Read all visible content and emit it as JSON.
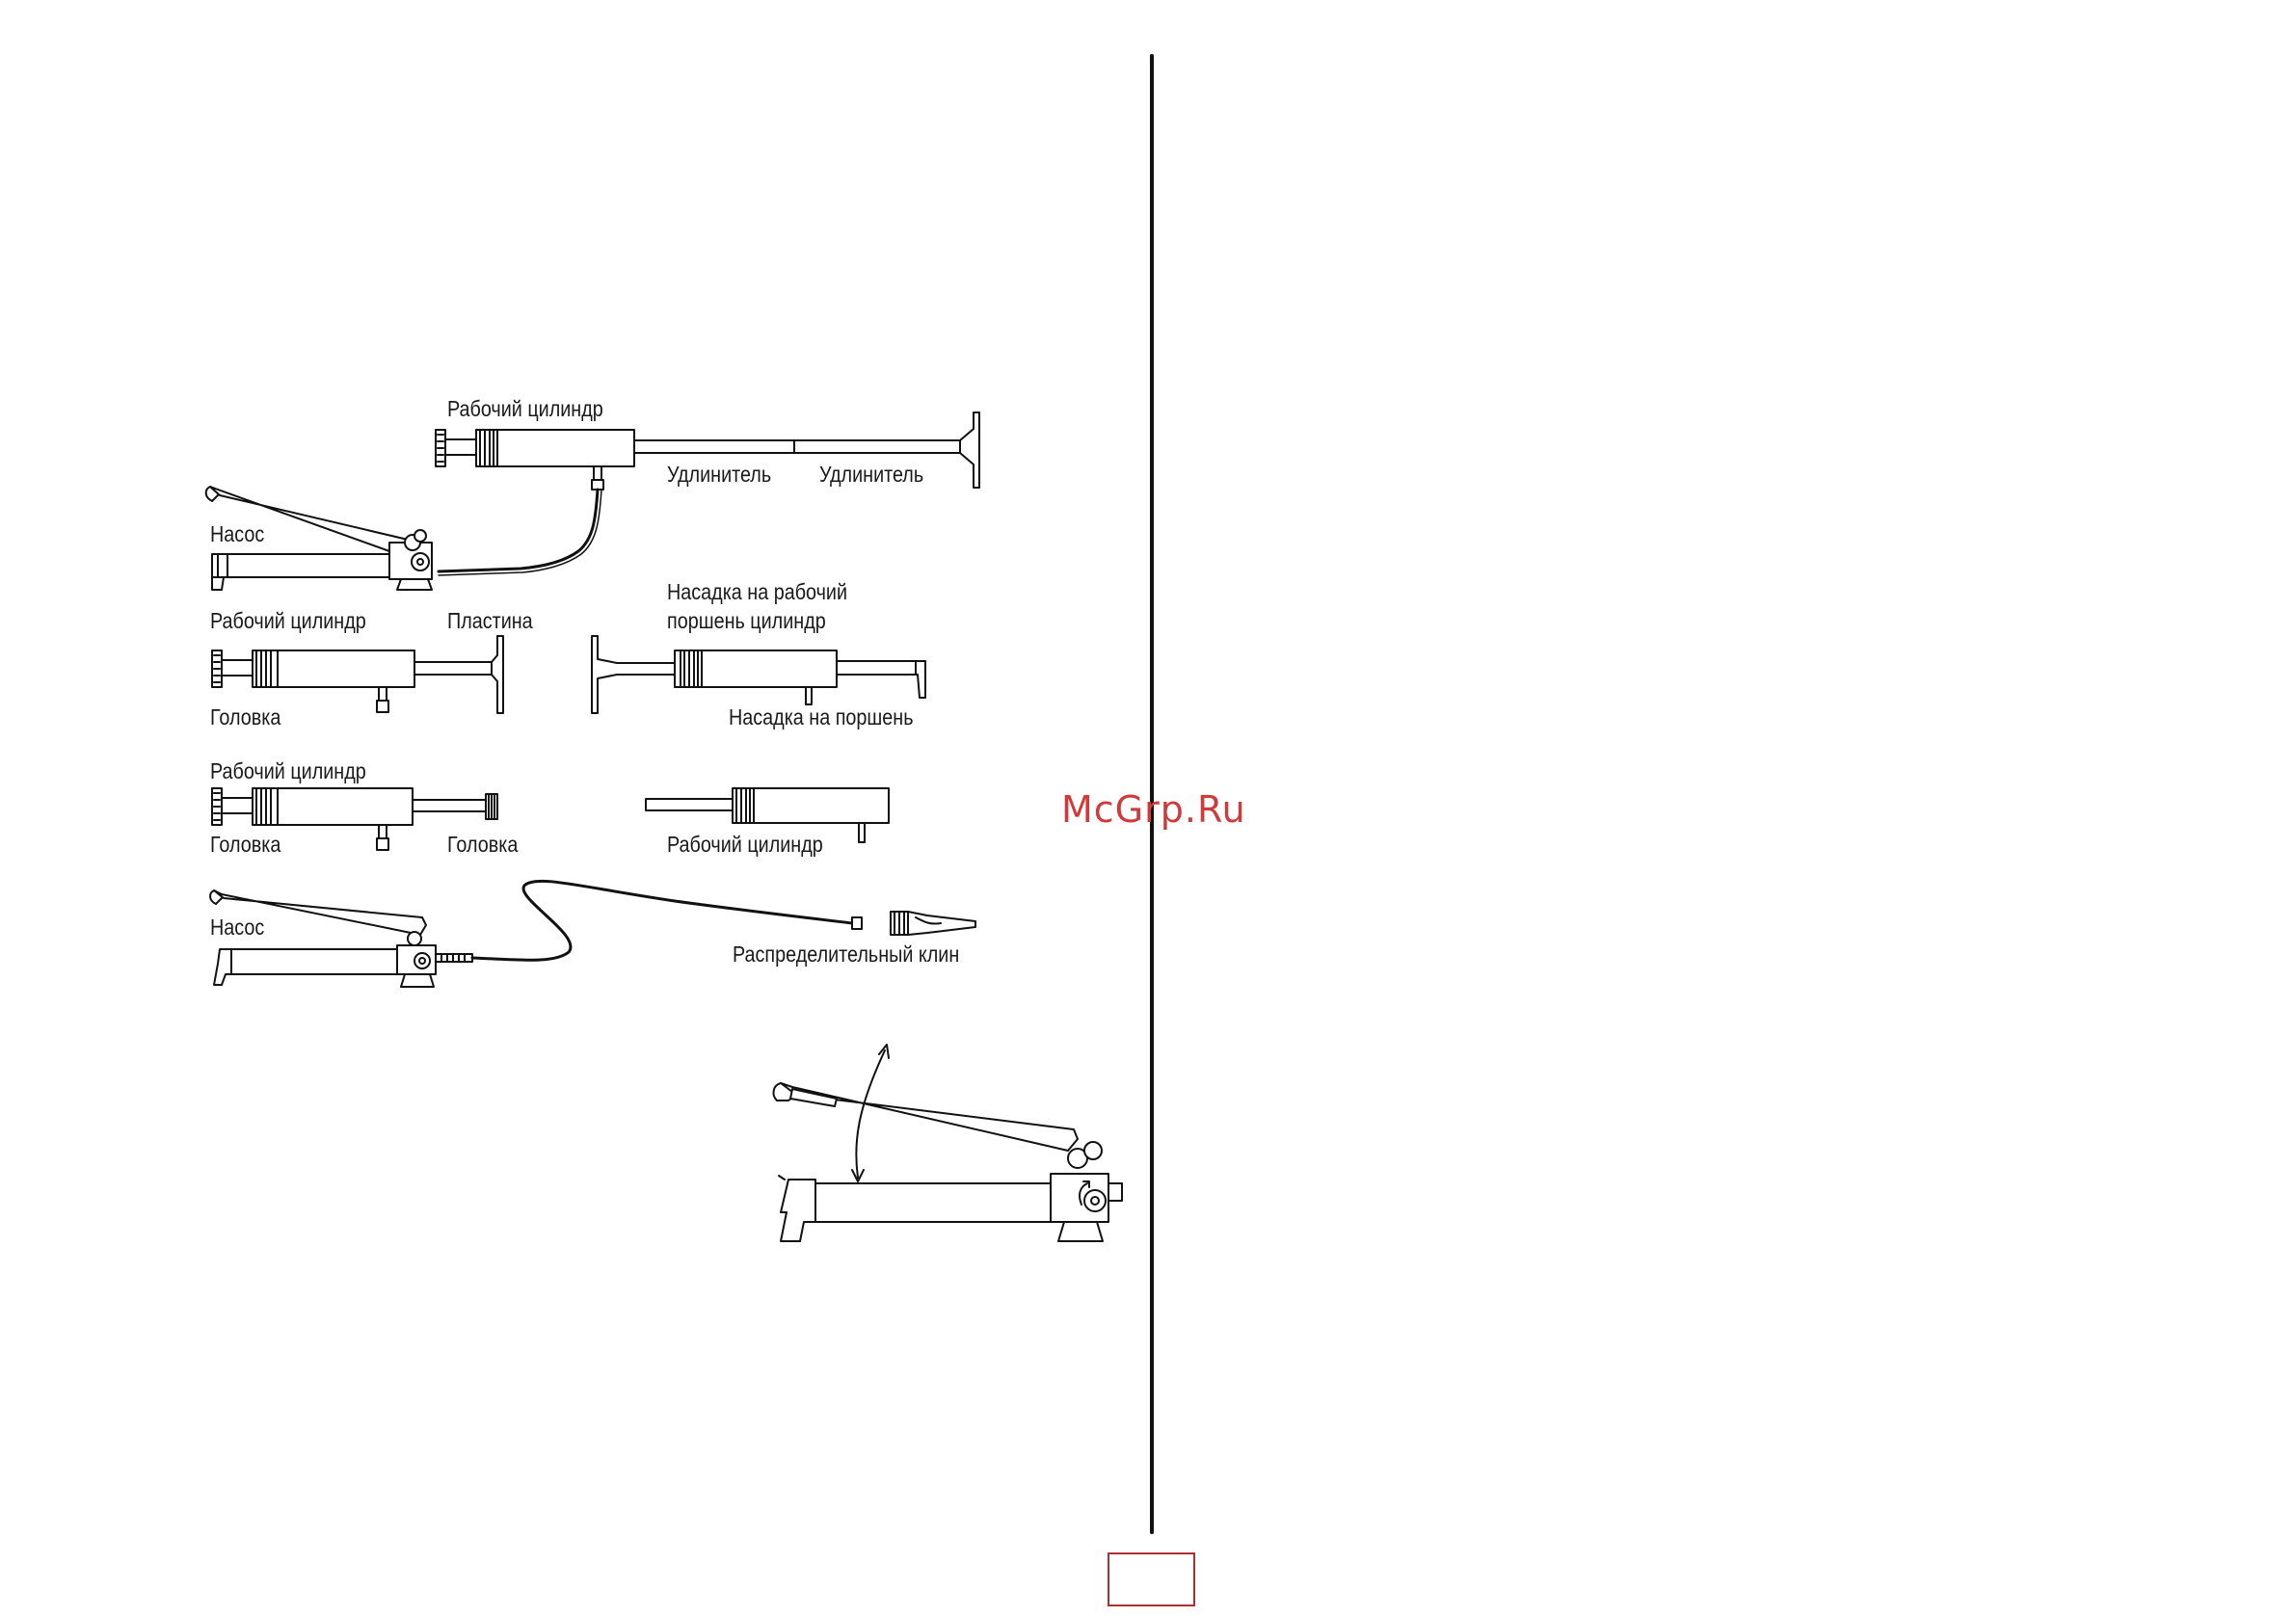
{
  "watermark": "McGrp.Ru",
  "labels": {
    "working_cylinder_top": "Рабочий цилиндр",
    "extension_1": "Удлинитель",
    "extension_2": "Удлинитель",
    "pump_1": "Насос",
    "working_cylinder_2": "Рабочий цилиндр",
    "plate": "Пластина",
    "piston_cylinder_attachment_line1": "Насадка на рабочий",
    "piston_cylinder_attachment_line2": "поршень цилиндр",
    "head_1": "Головка",
    "piston_attachment": "Насадка на поршень",
    "working_cylinder_3": "Рабочий цилиндр",
    "head_2": "Головка",
    "head_3": "Головка",
    "working_cylinder_4": "Рабочий цилиндр",
    "pump_2": "Насос",
    "spreader_wedge": "Распределительный клин"
  },
  "colors": {
    "line": "#111111",
    "watermark": "#cf3b3b",
    "page_box": "#b03030"
  }
}
